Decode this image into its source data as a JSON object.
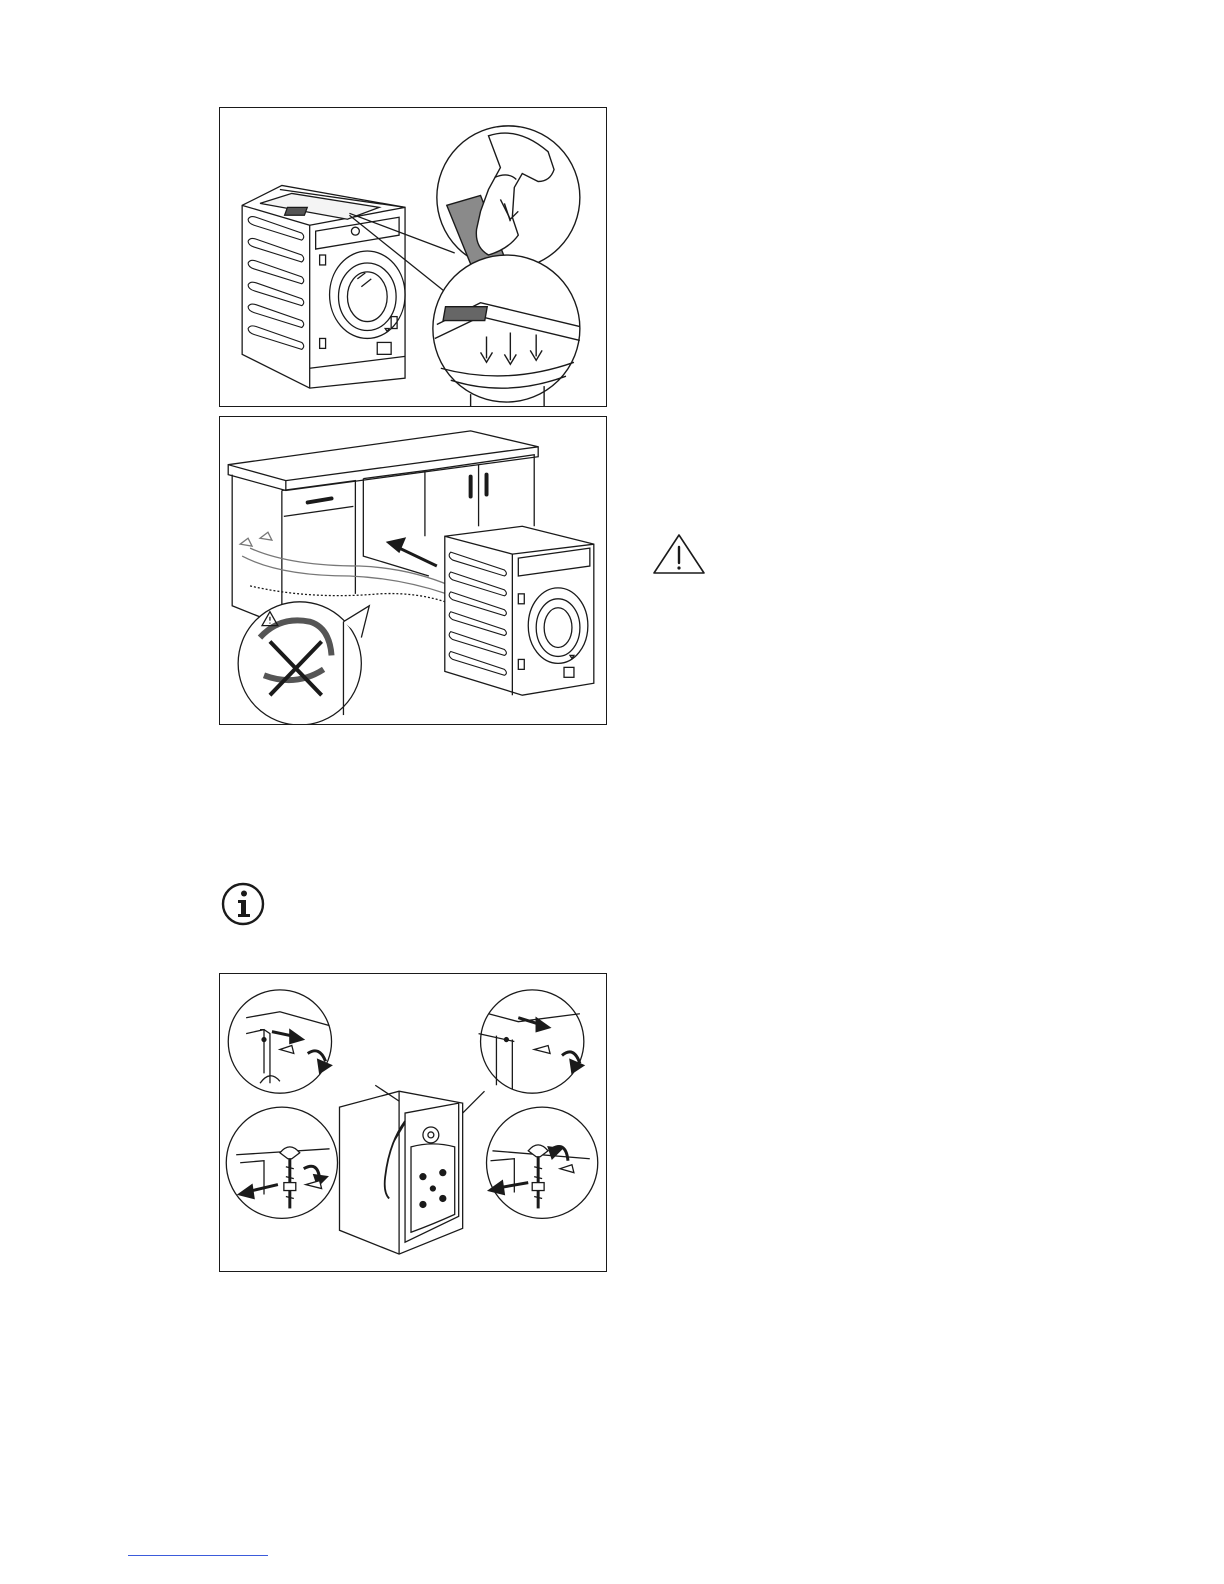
{
  "page": {
    "background": "#ffffff",
    "line_color": "#1a1a1a",
    "footer_rule_color": "#3b5bdb"
  },
  "figures": [
    {
      "id": "figure-1",
      "subject": "appliance-with-cover-plate-detail"
    },
    {
      "id": "figure-2",
      "subject": "appliance-sliding-under-worktop"
    },
    {
      "id": "figure-3",
      "subject": "rear-side-fixing-brackets"
    }
  ],
  "icons": {
    "warning": "warning-triangle-icon",
    "info": "info-circle-icon"
  }
}
